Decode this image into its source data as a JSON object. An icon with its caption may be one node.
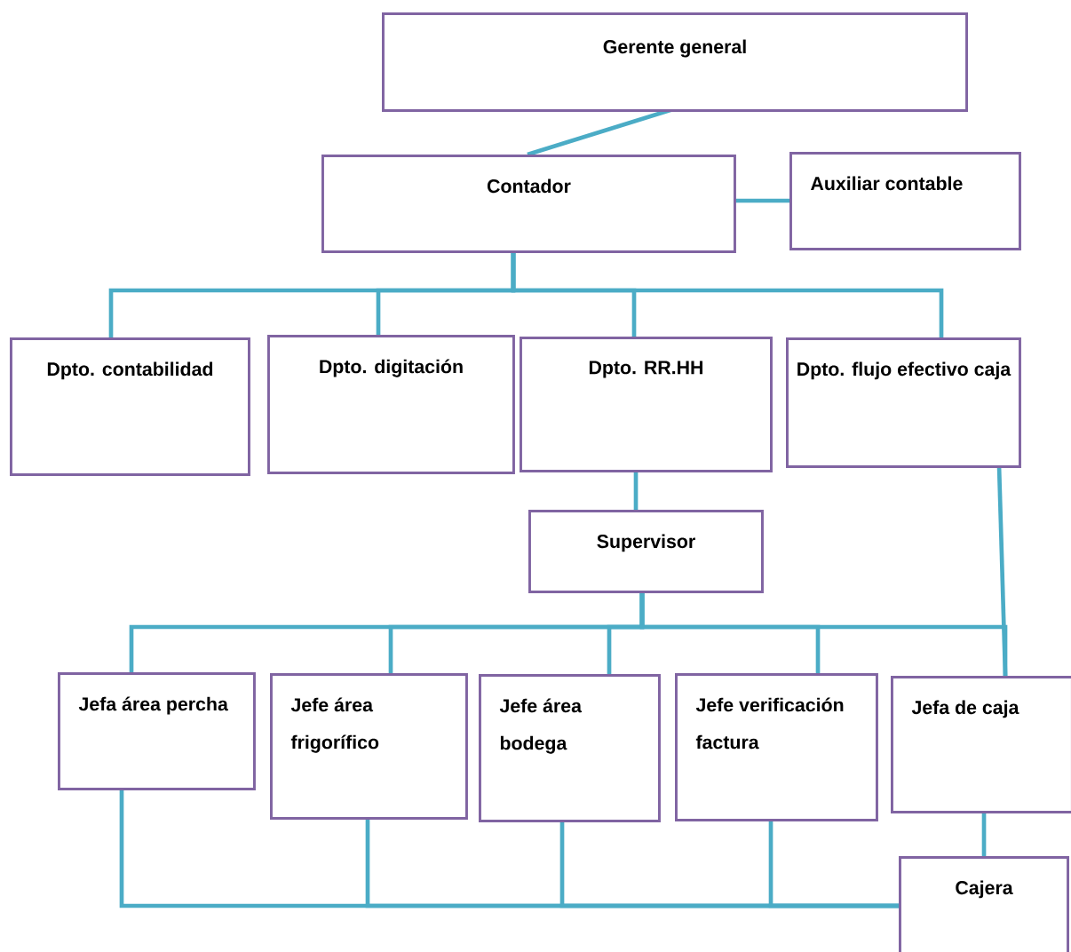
{
  "diagram": {
    "nodes": [
      {
        "text": [
          "Gerente general"
        ]
      },
      {
        "text": [
          "Contador"
        ]
      },
      {
        "text": [
          "Auxiliar contable"
        ]
      },
      {
        "text": [
          "Dpto. contabilidad"
        ]
      },
      {
        "text": [
          "Dpto. digitación"
        ]
      },
      {
        "text": [
          "Dpto. RR.HH"
        ]
      },
      {
        "text": [
          "Dpto. flujo efectivo caja"
        ]
      },
      {
        "text": [
          "Supervisor"
        ]
      },
      {
        "text": [
          "Jefa área percha"
        ]
      },
      {
        "text": [
          "Jefe área frigorífico"
        ]
      },
      {
        "text": [
          "Jefe área bodega"
        ]
      },
      {
        "text": [
          "Jefe verificación factura"
        ]
      },
      {
        "text": [
          "Jefa de caja"
        ]
      },
      {
        "text": [
          "Cajera"
        ]
      }
    ],
    "edges": [
      {
        "from": 0,
        "to": 1,
        "arrow": "none"
      },
      {
        "from": 1,
        "to": 2,
        "arrow": "none"
      },
      {
        "from": 1,
        "to": 3,
        "arrow": "none"
      },
      {
        "from": 1,
        "to": 4,
        "arrow": "none"
      },
      {
        "from": 1,
        "to": 5,
        "arrow": "none"
      },
      {
        "from": 1,
        "to": 6,
        "arrow": "none"
      },
      {
        "from": 5,
        "to": 7,
        "arrow": "none"
      },
      {
        "from": 7,
        "to": 8,
        "arrow": "none"
      },
      {
        "from": 7,
        "to": 9,
        "arrow": "none"
      },
      {
        "from": 7,
        "to": 10,
        "arrow": "none"
      },
      {
        "from": 7,
        "to": 11,
        "arrow": "none"
      },
      {
        "from": 7,
        "to": 12,
        "arrow": "none"
      },
      {
        "from": 6,
        "to": 12,
        "arrow": "none"
      },
      {
        "from": 12,
        "to": 13,
        "arrow": "none"
      },
      {
        "from": 8,
        "to": 13,
        "arrow": "none"
      },
      {
        "from": 9,
        "to": 13,
        "arrow": "none"
      },
      {
        "from": 10,
        "to": 13,
        "arrow": "none"
      },
      {
        "from": 11,
        "to": 13,
        "arrow": "none"
      }
    ]
  }
}
